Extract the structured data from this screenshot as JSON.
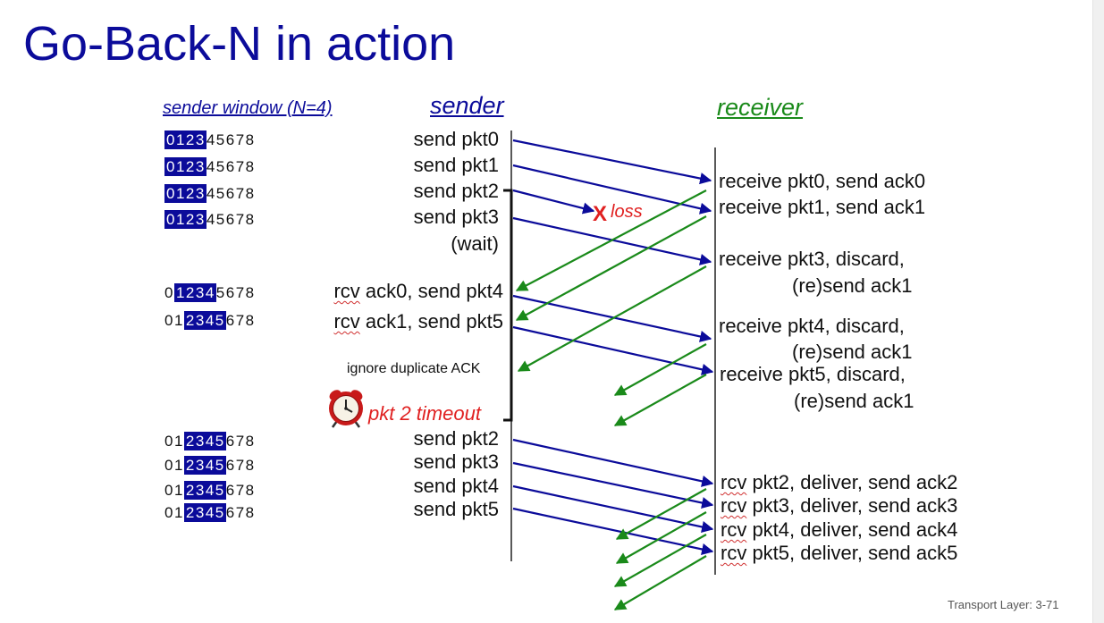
{
  "title": "Go-Back-N in action",
  "headers": {
    "window": "sender window (N=4)",
    "sender": "sender",
    "receiver": "receiver"
  },
  "window_rows": [
    {
      "pre": "",
      "hl": "0123",
      "post": "45678"
    },
    {
      "pre": "",
      "hl": "0123",
      "post": "45678"
    },
    {
      "pre": "",
      "hl": "0123",
      "post": "45678"
    },
    {
      "pre": "",
      "hl": "0123",
      "post": "45678"
    },
    {
      "pre": "0",
      "hl": "1234",
      "post": "5678"
    },
    {
      "pre": "01",
      "hl": "2345",
      "post": "678"
    },
    {
      "pre": "01",
      "hl": "2345",
      "post": "678"
    },
    {
      "pre": "01",
      "hl": "2345",
      "post": "678"
    },
    {
      "pre": "01",
      "hl": "2345",
      "post": "678"
    },
    {
      "pre": "01",
      "hl": "2345",
      "post": "678"
    }
  ],
  "sender_events": {
    "pkt0": "send  pkt0",
    "pkt1": "send  pkt1",
    "pkt2": "send  pkt2",
    "pkt3": "send  pkt3",
    "wait": "(wait)",
    "ack0_rcv": "rcv",
    "ack0_rest": " ack0, send pkt4",
    "ack1_rcv": "rcv",
    "ack1_rest": " ack1, send pkt5",
    "ignore": "ignore duplicate ACK",
    "timeout": "pkt 2 timeout",
    "resend2": "send  pkt2",
    "resend3": "send  pkt3",
    "resend4": "send  pkt4",
    "resend5": "send  pkt5"
  },
  "receiver_events": {
    "r0": "receive pkt0, send ack0",
    "r1": "receive pkt1, send ack1",
    "r3a": "receive pkt3, discard,",
    "r3b": "(re)send ack1",
    "r4a": "receive pkt4, discard,",
    "r4b": "(re)send ack1",
    "r5a": "receive pkt5, discard,",
    "r5b": "(re)send ack1",
    "d2_rcv": "rcv",
    "d2": " pkt2, deliver, send ack2",
    "d3_rcv": "rcv",
    "d3": " pkt3, deliver, send ack3",
    "d4_rcv": "rcv",
    "d4": " pkt4, deliver, send ack4",
    "d5_rcv": "rcv",
    "d5": " pkt5, deliver, send ack5"
  },
  "loss_label": "loss",
  "loss_mark": "X",
  "footer": "Transport Layer: 3-71",
  "colors": {
    "data_packet": "#0b0b9a",
    "ack": "#1a8a1a",
    "loss": "#e02020",
    "title": "#0b0b9a"
  },
  "icons": {
    "timer": "alarm-clock-icon"
  }
}
